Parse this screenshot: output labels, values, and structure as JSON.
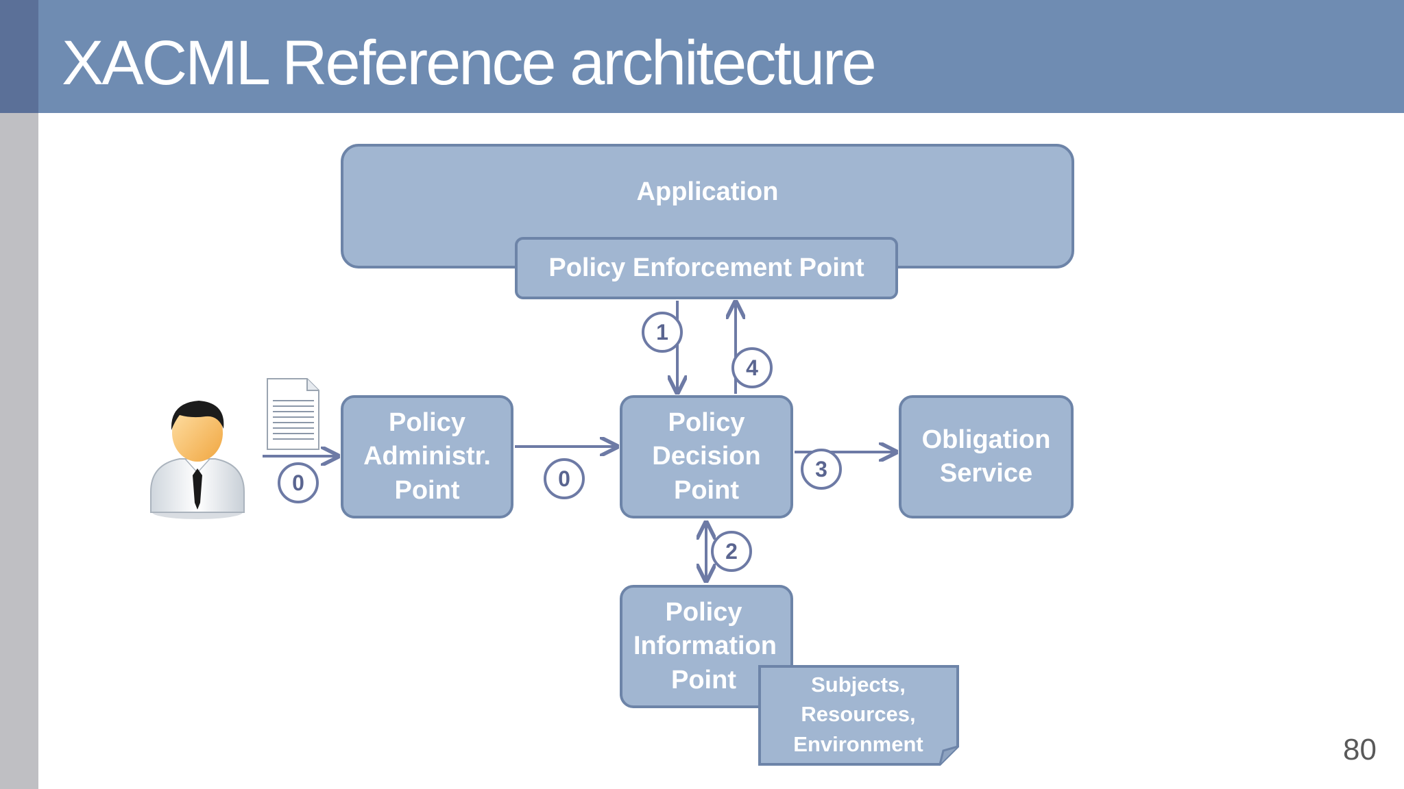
{
  "slide": {
    "title": "XACML Reference architecture",
    "page_number": "80"
  },
  "diagram": {
    "application_label": "Application",
    "pep_label": "Policy Enforcement Point",
    "pap_label": "Policy\nAdministr.\nPoint",
    "pdp_label": "Policy\nDecision\nPoint",
    "obligation_label": "Obligation\nService",
    "pip_label": "Policy\nInformation\nPoint",
    "pip_note": "Subjects,\nResources,\nEnvironment",
    "steps": {
      "user_to_pap": "0",
      "pap_to_pdp": "0",
      "pep_to_pdp": "1",
      "pdp_pip": "2",
      "pdp_to_obligation": "3",
      "pdp_to_pep": "4"
    },
    "icons": [
      "user-avatar-icon",
      "policy-document-icon"
    ],
    "colors": {
      "title_bar": "#6f8cb2",
      "box_fill": "#a1b6d1",
      "box_border": "#6d84a8",
      "arrow": "#6d7aa5",
      "step_text": "#5a6590"
    }
  }
}
